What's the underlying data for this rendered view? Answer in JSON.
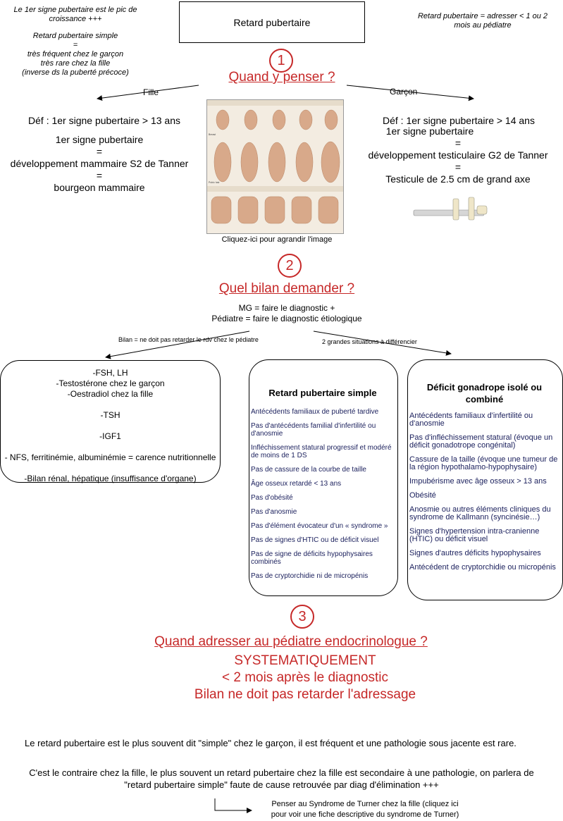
{
  "header": {
    "title": "Retard pubertaire",
    "left_note_1": "Le 1er signe pubertaire est le pic de croissance +++",
    "left_note_2": [
      "Retard pubertaire simple",
      "=",
      "très fréquent chez le garçon",
      "très rare chez la fille",
      "(inverse ds la puberté précoce)"
    ],
    "right_note": "Retard pubertaire = adresser < 1 ou 2 mois au pédiatre"
  },
  "section1": {
    "number": "1",
    "title": "Quand y penser ?",
    "label_fille": "Fille",
    "label_garcon": "Garçon",
    "fille_def": "Déf : 1er signe pubertaire > 13 ans",
    "fille_lines": [
      "1er signe pubertaire",
      "=",
      "développement mammaire S2 de Tanner",
      "=",
      "bourgeon mammaire"
    ],
    "garcon_def": "Déf : 1er signe pubertaire > 14 ans",
    "garcon_lines": [
      "1er signe pubertaire",
      "=",
      "développement testiculaire G2 de Tanner",
      "=",
      "Testicule de 2.5 cm de grand axe"
    ],
    "image_caption": "Cliquez-ici pour agrandir l'image",
    "image_rows": [
      "Breast",
      "Pubic hair"
    ]
  },
  "section2": {
    "number": "2",
    "title": "Quel bilan demander ?",
    "subtitle": [
      "MG = faire le diagnostic +",
      "Pédiatre = faire le diagnostic étiologique"
    ],
    "left_arrow_label": "Bilan = ne doit pas retarder le rdv chez le pédiatre",
    "right_arrow_label": "2 grandes situations à différencier",
    "bilan_items": [
      "-FSH, LH",
      "-Testostérone chez le garçon",
      "-Oestradiol chez la fille",
      "-TSH",
      "-IGF1",
      "- NFS, ferritinémie, albuminémie = carence nutritionnelle",
      "-Bilan rénal, hépatique (insuffisance d'organe)"
    ],
    "simple_title": "Retard pubertaire simple",
    "simple_items": [
      "Antécédents familiaux de puberté tardive",
      "Pas d'antécédents familial d'infertilité ou d'anosmie",
      "Infléchissement statural progressif et modéré de moins de 1 DS",
      "Pas de cassure de la courbe de taille",
      "Âge osseux retardé < 13 ans",
      "Pas d'obésité",
      "Pas d'anosmie",
      "Pas d'élément évocateur d'un « syndrome »",
      "Pas de signes d'HTIC ou de déficit visuel",
      "Pas de signe de déficits hypophysaires combinés",
      "Pas de cryptorchidie ni de micropénis"
    ],
    "deficit_title": "Déficit gonadrope isolé ou combiné",
    "deficit_items": [
      "Antécédents familiaux d'infertilité ou d'anosmie",
      "Pas d'infléchissement statural (évoque un déficit gonadotrope congénital)",
      "Cassure de la taille (évoque une tumeur de la région hypothalamo-hypophysaire)",
      "Impubérisme avec âge osseux > 13 ans",
      "Obésité",
      "Anosmie ou autres éléments cliniques du syndrome de Kallmann (syncinésie…)",
      "Signes d'hypertension intra-cranienne (HTIC) ou déficit visuel",
      "Signes d'autres déficits hypophysaires",
      "Antécédent de cryptorchidie ou micropénis"
    ]
  },
  "section3": {
    "number": "3",
    "title": "Quand adresser au pédiatre endocrinologue ?",
    "lines": [
      "SYSTEMATIQUEMENT",
      "< 2 mois après le diagnostic",
      "Bilan ne doit pas retarder l'adressage"
    ]
  },
  "footer": {
    "para1": "Le retard pubertaire est le plus souvent dit \"simple\" chez le garçon, il est fréquent et une pathologie sous jacente est rare.",
    "para2_line1": "C'est le contraire chez la fille, le plus souvent un retard pubertaire chez la fille est secondaire à une pathologie, on parlera de",
    "para2_line2": "\"retard pubertaire simple\" faute de cause retrouvée par diag d'élimination +++",
    "turner_line1": "Penser au Syndrome de Turner chez la fille (cliquez ici",
    "turner_line2": "pour voir une fiche descriptive du syndrome de Turner)"
  },
  "colors": {
    "accent_red": "#c62828",
    "list_text": "#1a1f5c"
  }
}
